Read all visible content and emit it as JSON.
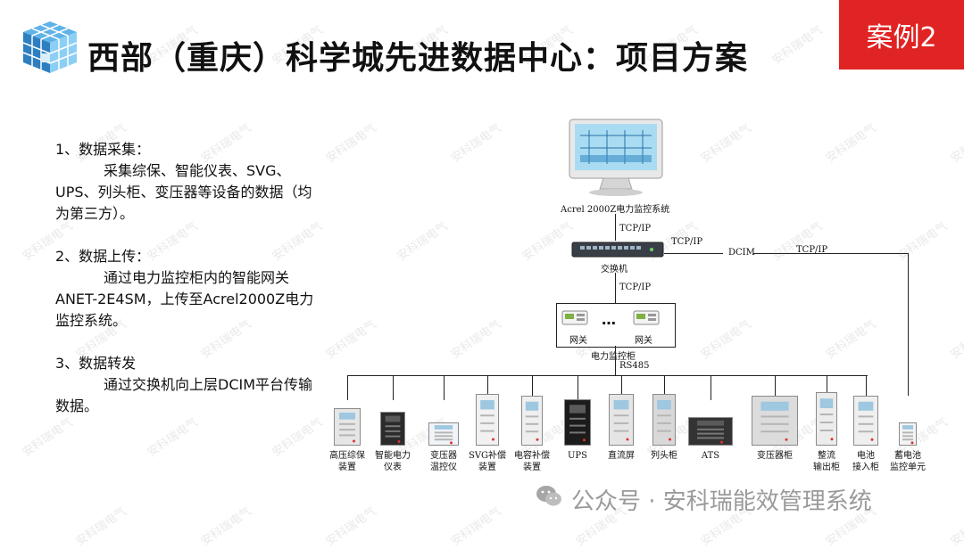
{
  "header": {
    "title": "西部（重庆）科学城先进数据中心：项目方案",
    "case_badge": "案例2"
  },
  "watermark": "安科瑞电气",
  "description": {
    "sections": [
      {
        "heading": "1、数据采集：",
        "body": "采集综保、智能仪表、SVG、UPS、列头柜、变压器等设备的数据（均为第三方）。"
      },
      {
        "heading": "2、数据上传：",
        "body": "通过电力监控柜内的智能网关ANET-2E4SM，上传至Acrel2000Z电力监控系统。"
      },
      {
        "heading": "3、数据转发",
        "body": "通过交换机向上层DCIM平台传输数据。"
      }
    ]
  },
  "diagram": {
    "monitor_label": "Acrel 2000Z电力监控系统",
    "tcpip_1": "TCP/IP",
    "tcpip_2": "TCP/IP",
    "tcpip_3": "TCP/IP",
    "tcpip_4": "TCP/IP",
    "dcim": "DCIM",
    "switch_label": "交换机",
    "gateway_label_1": "网关",
    "gateway_label_2": "网关",
    "ellipsis": "…",
    "cabinet_label": "电力监控柜",
    "rs485": "RS485",
    "devices": [
      {
        "label": "高压综保\n装置",
        "icon": "protection-relay-icon"
      },
      {
        "label": "智能电力\n仪表",
        "icon": "power-meter-icon"
      },
      {
        "label": "变压器\n温控仪",
        "icon": "temperature-controller-icon"
      },
      {
        "label": "SVG补偿\n装置",
        "icon": "svg-cabinet-icon"
      },
      {
        "label": "电容补偿\n装置",
        "icon": "capacitor-cabinet-icon"
      },
      {
        "label": "UPS",
        "icon": "ups-icon"
      },
      {
        "label": "直流屏",
        "icon": "dc-panel-icon"
      },
      {
        "label": "列头柜",
        "icon": "column-head-cabinet-icon"
      },
      {
        "label": "ATS",
        "icon": "ats-switch-icon"
      },
      {
        "label": "变压器柜",
        "icon": "transformer-cabinet-icon"
      },
      {
        "label": "整流\n输出柜",
        "icon": "rectifier-cabinet-icon"
      },
      {
        "label": "电池\n接入柜",
        "icon": "battery-cabinet-icon"
      },
      {
        "label": "蓄电池\n监控单元",
        "icon": "battery-monitor-icon"
      }
    ]
  },
  "footer": {
    "brand": "公众号 · 安科瑞能效管理系统",
    "icon": "wechat-icon"
  }
}
